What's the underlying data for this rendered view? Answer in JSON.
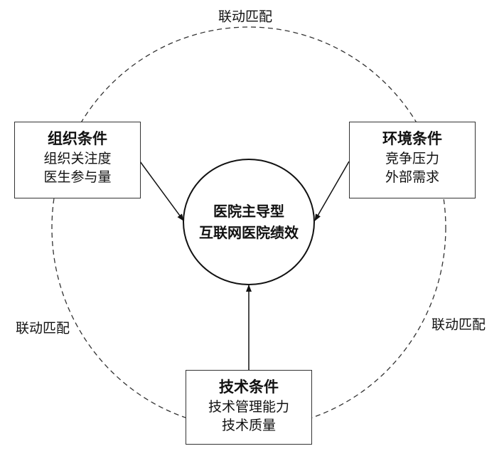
{
  "outer_ring_labels": {
    "top": "联动匹配",
    "left": "联动匹配",
    "right": "联动匹配"
  },
  "center": {
    "line1": "医院主导型",
    "line2": "互联网医院绩效"
  },
  "boxes": {
    "organization": {
      "title": "组织条件",
      "items": [
        "组织关注度",
        "医生参与量"
      ]
    },
    "environment": {
      "title": "环境条件",
      "items": [
        "竞争压力",
        "外部需求"
      ]
    },
    "technology": {
      "title": "技术条件",
      "items": [
        "技术管理能力",
        "技术质量"
      ]
    }
  }
}
